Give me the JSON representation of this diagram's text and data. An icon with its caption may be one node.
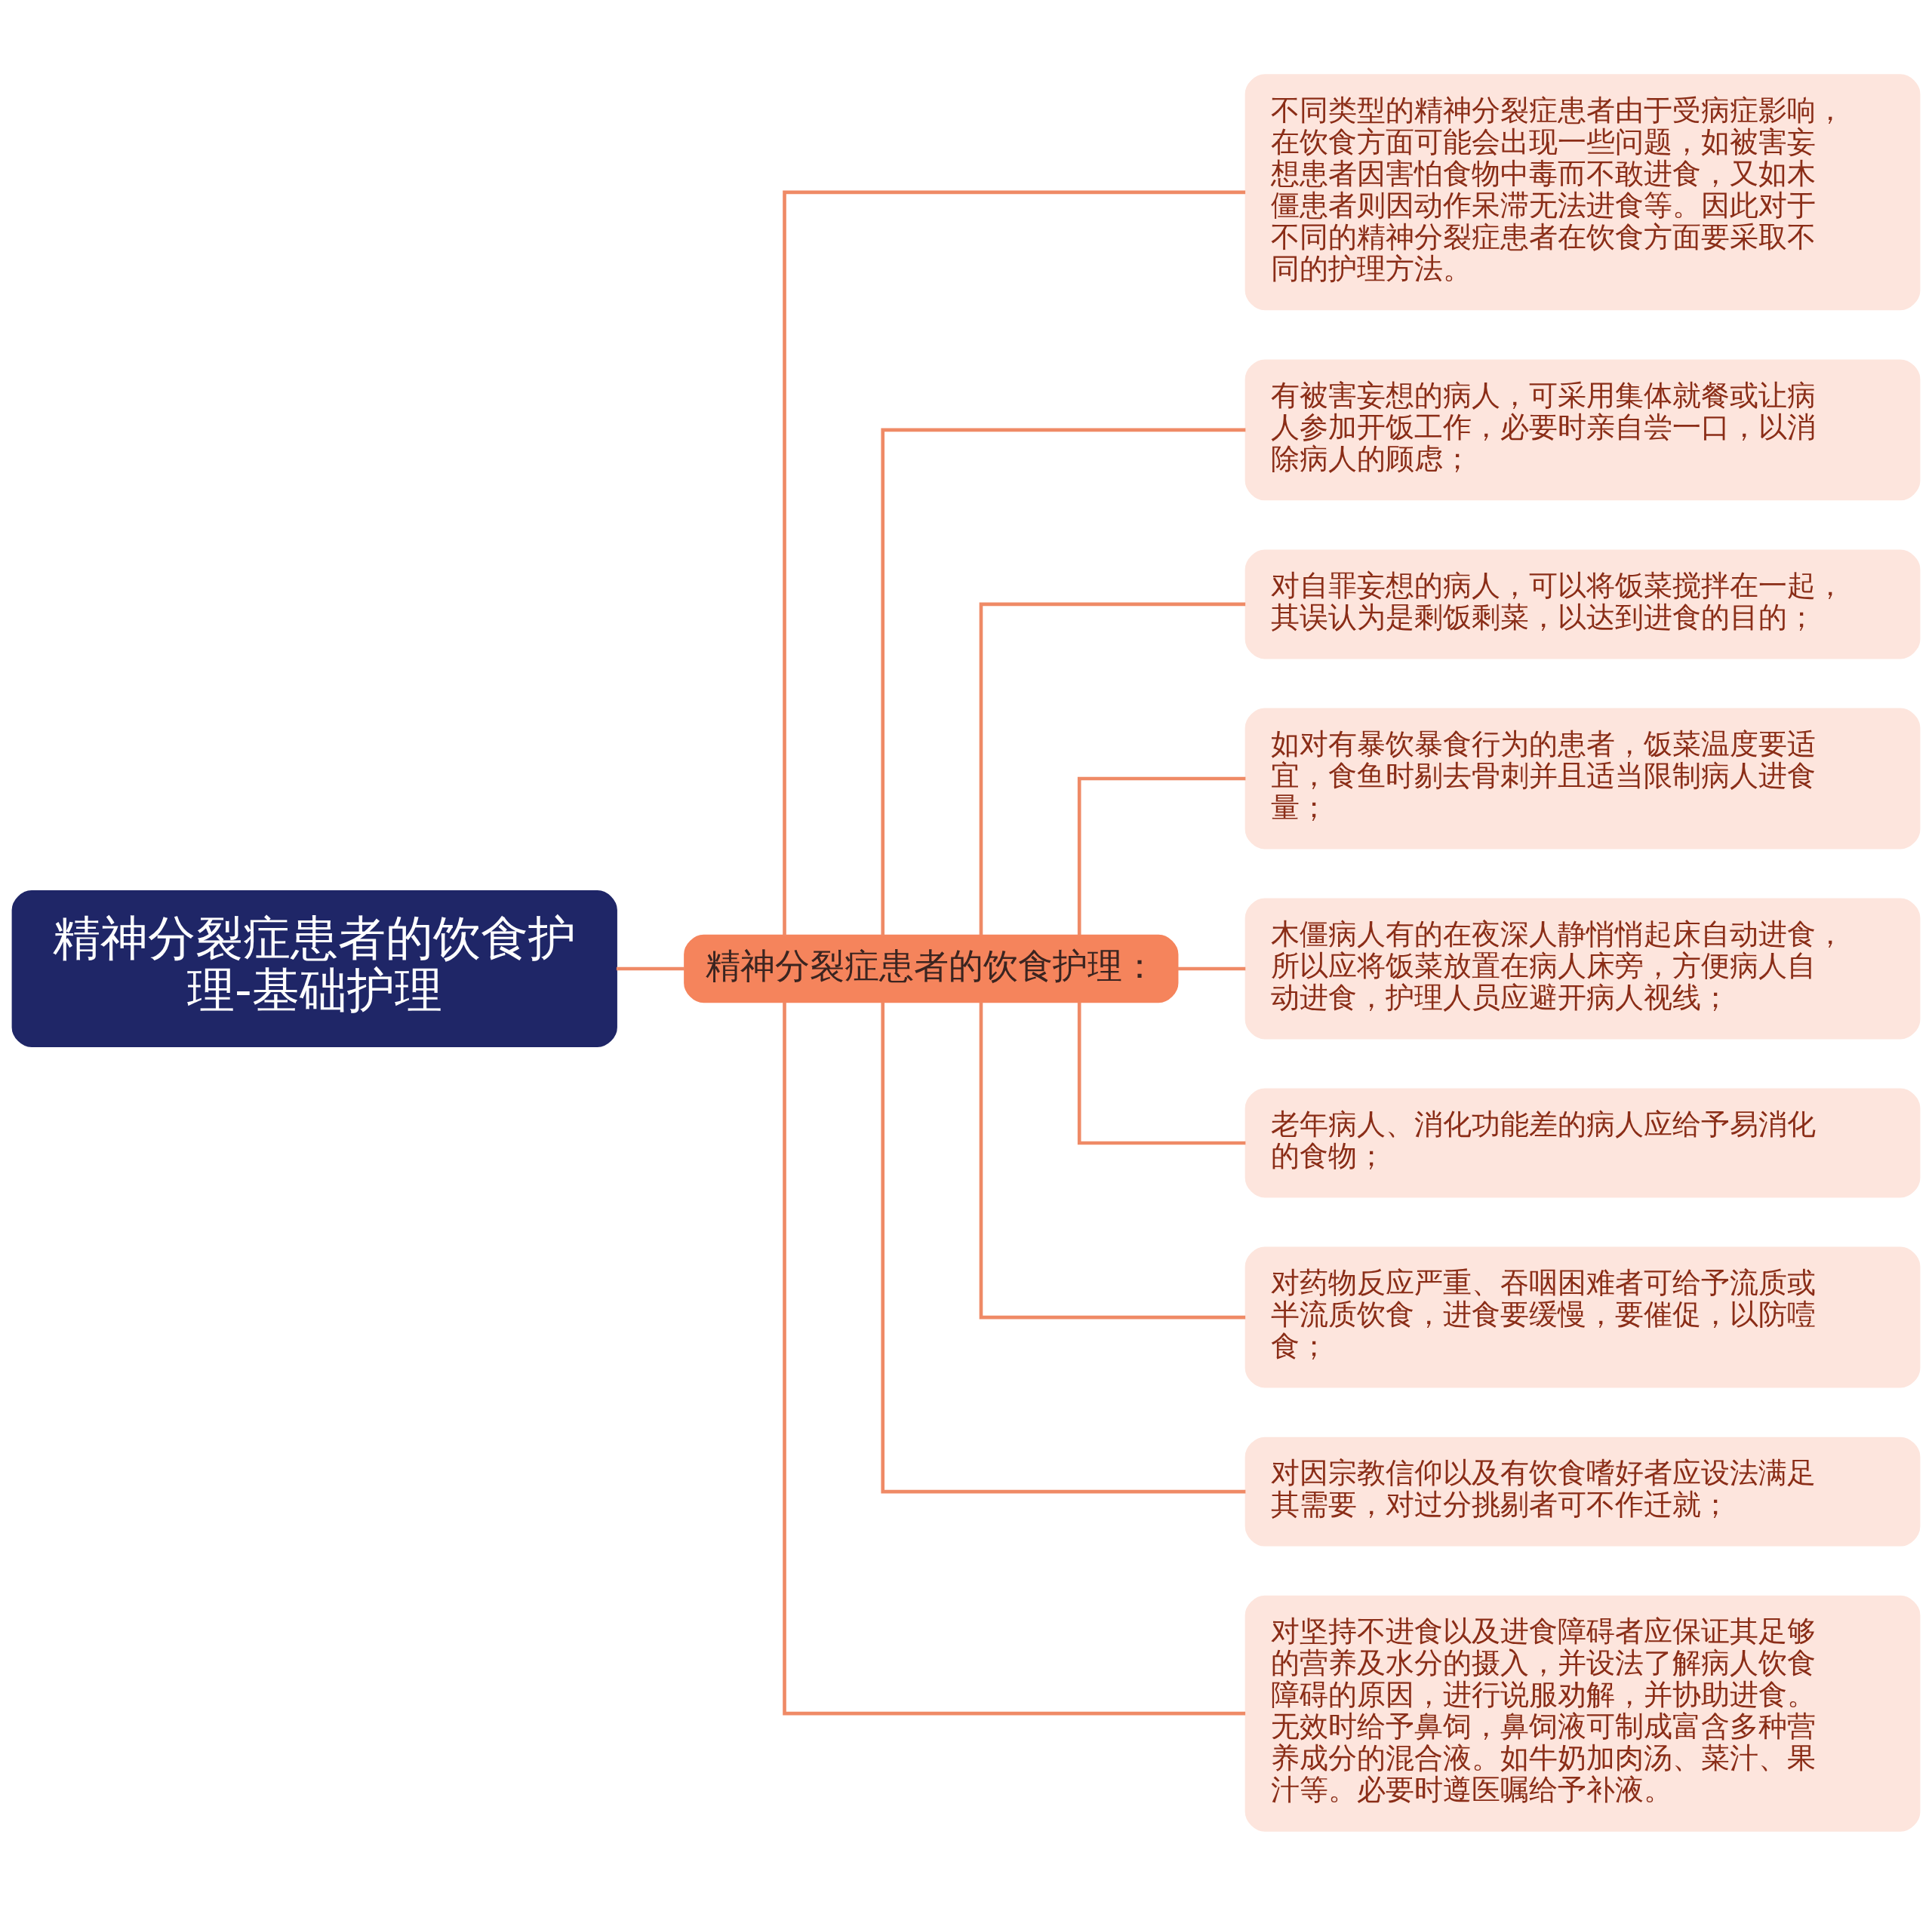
{
  "diagram": {
    "nodes": [
      {
        "text": [
          "精神分裂症患者的饮食护理-基础护理"
        ]
      },
      {
        "text": [
          "精神分裂症患者的饮食护理："
        ]
      },
      {
        "text": [
          "不同类型的精神分裂症患者由于受病症影响，在饮食方面可能会出现一些问题，如被害妄想患者因害怕食物中毒而不敢进食，又如木僵患者则因动作呆滞无法进食等。因此对于不同的精神分裂症患者在饮食方面要采取不同的护理方法。"
        ]
      },
      {
        "text": [
          "有被害妄想的病人，可采用集体就餐或让病人参加开饭工作，必要时亲自尝一口，以消除病人的顾虑；"
        ]
      },
      {
        "text": [
          "对自罪妄想的病人，可以将饭菜搅拌在一起，其误认为是剩饭剩菜，以达到进食的目的；"
        ]
      },
      {
        "text": [
          "如对有暴饮暴食行为的患者，饭菜温度要适宜，食鱼时剔去骨刺并且适当限制病人进食量；"
        ]
      },
      {
        "text": [
          "木僵病人有的在夜深人静悄悄起床自动进食，所以应将饭菜放置在病人床旁，方便病人自动进食，护理人员应避开病人视线；"
        ]
      },
      {
        "text": [
          "老年病人、消化功能差的病人应给予易消化的食物；"
        ]
      },
      {
        "text": [
          "对药物反应严重、吞咽困难者可给予流质或半流质饮食，进食要缓慢，要催促，以防噎食；"
        ]
      },
      {
        "text": [
          "对因宗教信仰以及有饮食嗜好者应设法满足其需要，对过分挑剔者可不作迁就；"
        ]
      },
      {
        "text": [
          "对坚持不进食以及进食障碍者应保证其足够的营养及水分的摄入，并设法了解病人饮食障碍的原因，进行说服劝解，并协助进食。无效时给予鼻饲，鼻饲液可制成富含多种营养成分的混合液。如牛奶加肉汤、菜汁、果汁等。必要时遵医嘱给予补液。"
        ]
      }
    ],
    "edges": [
      {
        "from": 0,
        "to": 1,
        "arrow": "none"
      },
      {
        "from": 1,
        "to": 2,
        "arrow": "none"
      },
      {
        "from": 1,
        "to": 3,
        "arrow": "none"
      },
      {
        "from": 1,
        "to": 4,
        "arrow": "none"
      },
      {
        "from": 1,
        "to": 5,
        "arrow": "none"
      },
      {
        "from": 1,
        "to": 6,
        "arrow": "none"
      },
      {
        "from": 1,
        "to": 7,
        "arrow": "none"
      },
      {
        "from": 1,
        "to": 8,
        "arrow": "none"
      },
      {
        "from": 1,
        "to": 9,
        "arrow": "none"
      },
      {
        "from": 1,
        "to": 10,
        "arrow": "none"
      }
    ]
  }
}
